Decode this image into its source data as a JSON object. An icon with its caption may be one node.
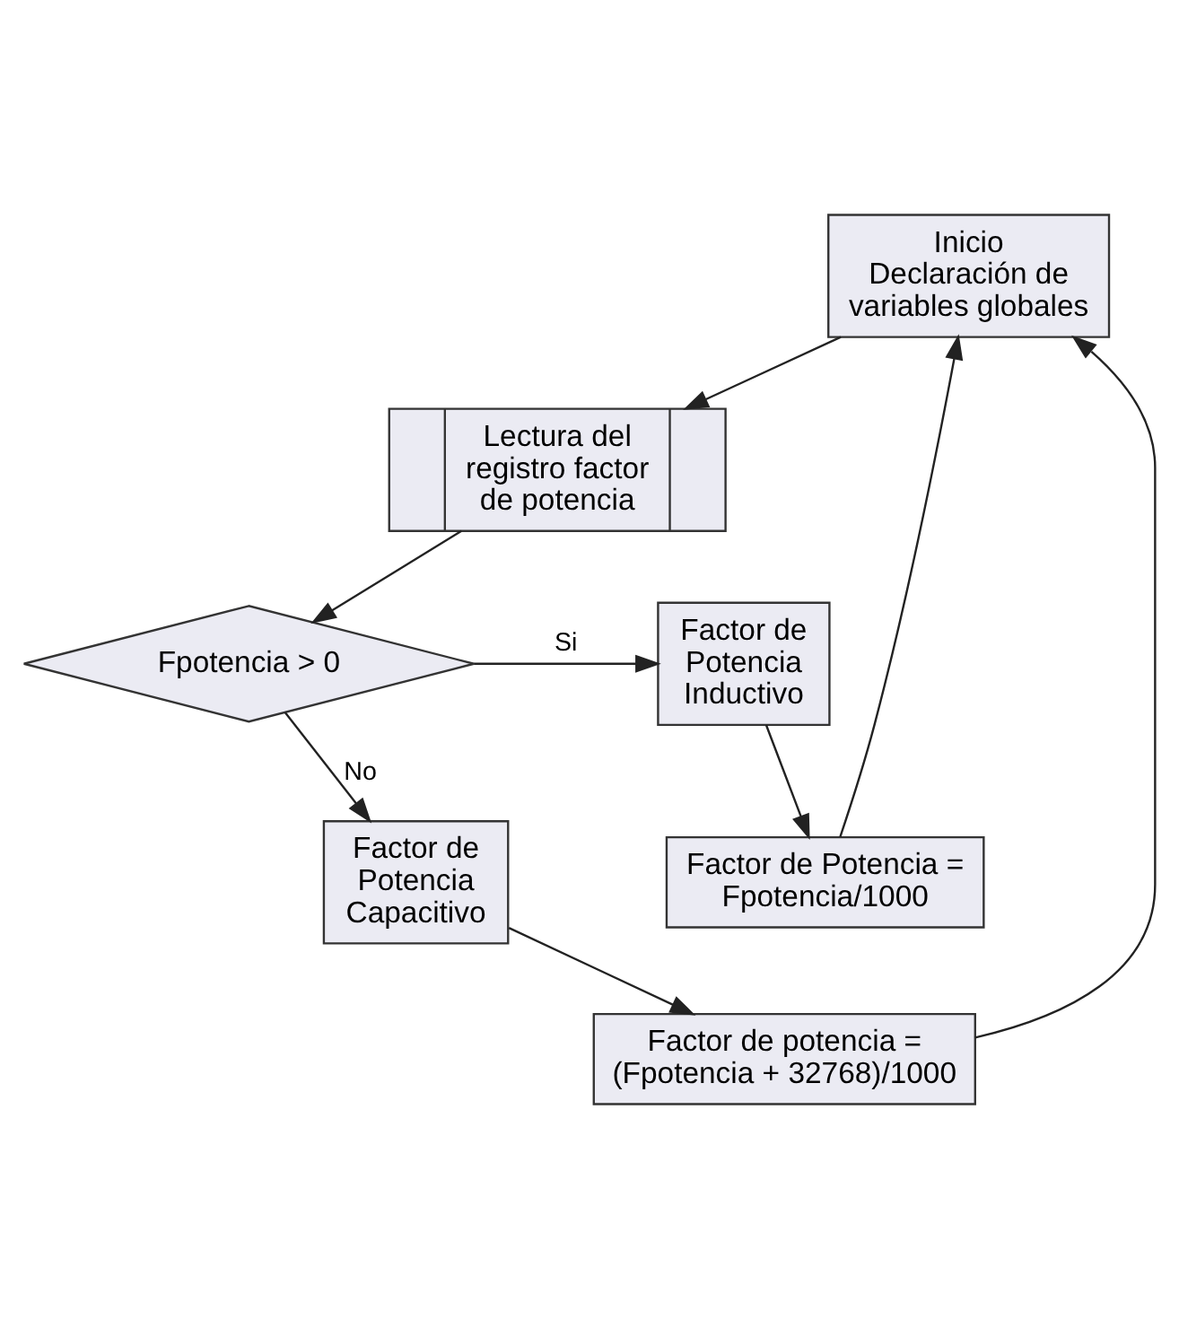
{
  "diagram": {
    "nodes": [
      {
        "text": [
          "Inicio Declaración de variables globales"
        ]
      },
      {
        "text": [
          "Lectura del registro factor de potencia"
        ]
      },
      {
        "text": [
          "Fpotencia > 0"
        ]
      },
      {
        "text": [
          "Factor de Potencia Inductivo"
        ]
      },
      {
        "text": [
          "Factor de Potencia = Fpotencia/1000"
        ]
      },
      {
        "text": [
          "Factor de Potencia Capacitivo"
        ]
      },
      {
        "text": [
          "Factor de potencia = (Fpotencia + 32768)/1000"
        ]
      }
    ],
    "edges": [
      {
        "from": 0,
        "to": 1,
        "arrow": "to"
      },
      {
        "from": 1,
        "to": 2,
        "arrow": "to"
      },
      {
        "from": 2,
        "to": 3,
        "label": "Si",
        "arrow": "to"
      },
      {
        "from": 3,
        "to": 4,
        "arrow": "to"
      },
      {
        "from": 4,
        "to": 0,
        "arrow": "to"
      },
      {
        "from": 2,
        "to": 5,
        "label": "No",
        "arrow": "to"
      },
      {
        "from": 5,
        "to": 6,
        "arrow": "to"
      },
      {
        "from": 6,
        "to": 0,
        "arrow": "to"
      }
    ]
  }
}
